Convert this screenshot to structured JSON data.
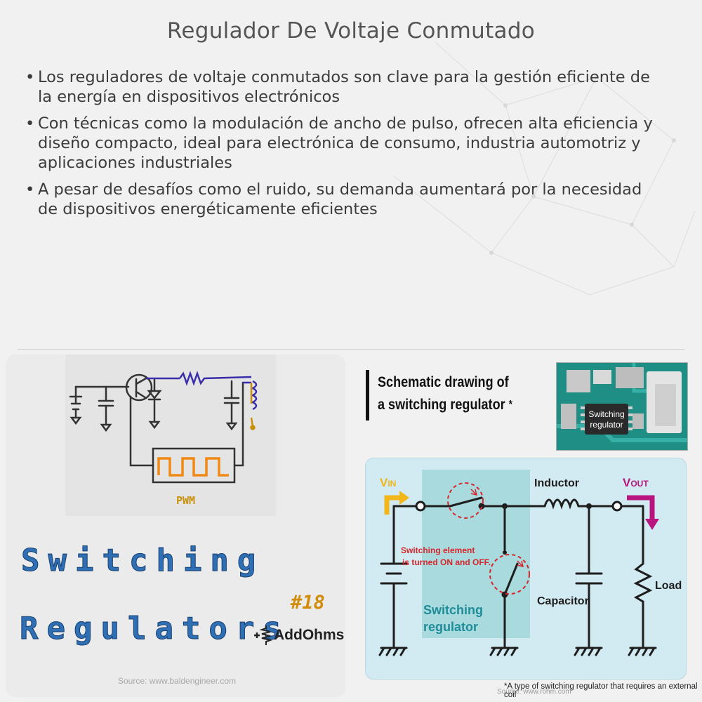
{
  "title": "Regulador De Voltaje Conmutado",
  "bullets": [
    "Los reguladores de voltaje conmutados son clave para la gestión eficiente de la energía en dispositivos electrónicos",
    "Con técnicas como la modulación de ancho de pulso, ofrecen alta eficiencia y diseño compacto, ideal para electrónica de consumo, industria automotriz y aplicaciones industriales",
    "A pesar de desafíos como el ruido, su demanda aumentará por la necesidad de dispositivos energéticamente eficientes"
  ],
  "left_image": {
    "pwm_label": "PWM",
    "word1": "Switching",
    "word2": "Regulators",
    "episode": "#18",
    "brand": "AddOhms",
    "source": "Source: www.baldengineer.com"
  },
  "right_image": {
    "heading_line1": "Schematic drawing of",
    "heading_line2": "a switching regulator",
    "heading_mark": "*",
    "chip_line1": "Switching",
    "chip_line2": "regulator",
    "vin_main": "V",
    "vin_sub": "IN",
    "vout_main": "V",
    "vout_sub": "OUT",
    "inductor": "Inductor",
    "capacitor": "Capacitor",
    "load": "Load",
    "switch_note_line1": "Switching element",
    "switch_note_line2": "is turned ON and OFF.",
    "block_line1": "Switching",
    "block_line2": "regulator",
    "footnote": "*A type of switching regulator that requires an external coil",
    "source": "Source: www.rohm.com"
  },
  "colors": {
    "title": "#555555",
    "word_blue": "#2f6fb3",
    "accent_orange": "#d28c0c",
    "vin_yellow": "#f2b619",
    "vout_magenta": "#b8157e",
    "switch_red": "#d6262b",
    "panel_blue": "#d2eaf1",
    "block_teal": "#9fd6d9"
  }
}
